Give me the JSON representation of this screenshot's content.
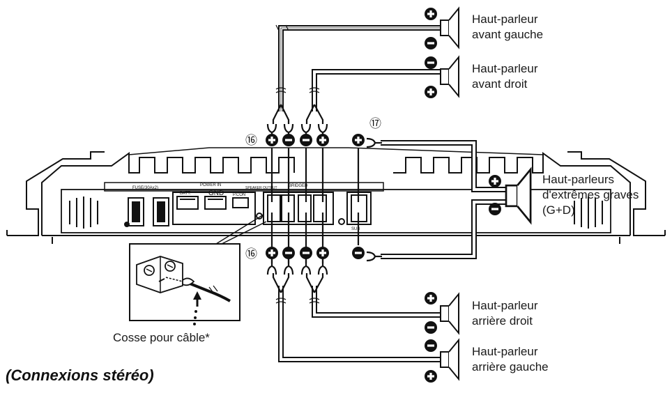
{
  "labels": {
    "front_left": [
      "Haut-parleur",
      "avant gauche"
    ],
    "front_right": [
      "Haut-parleur",
      "avant droit"
    ],
    "subwoofer": [
      "Haut-parleurs",
      "d'extrêmes graves",
      "(G+D)"
    ],
    "rear_right": [
      "Haut-parleur",
      "arrière droit"
    ],
    "rear_left": [
      "Haut-parleur",
      "arrière gauche"
    ],
    "terminal": "Cosse pour câble*",
    "caption": "(Connexions stéréo)"
  },
  "markers": {
    "m16": "⑯",
    "m17": "⑰"
  },
  "panel": {
    "fuse": "FUSE(30Ax2)",
    "power_in": "POWER IN",
    "batt": "BATT.",
    "gnd": "GND",
    "pcon": "P.CON",
    "speaker_output": "SPEAKER OUTPUT",
    "bridged": "BRIDGED",
    "sub": "SUB"
  },
  "colors": {
    "line": "#111111",
    "background": "#ffffff"
  },
  "icons": {
    "plus": "plus-circle-icon",
    "minus": "minus-circle-icon",
    "speaker": "speaker-icon"
  }
}
